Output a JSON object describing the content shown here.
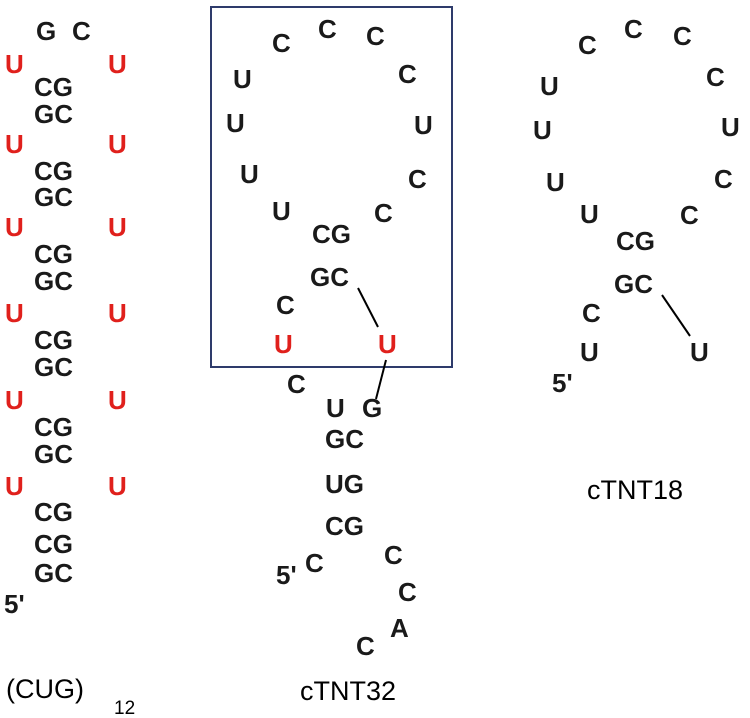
{
  "colors": {
    "ink": "#1a1a1a",
    "highlight": "#e0201c",
    "box": "#2e3b6b"
  },
  "structures": [
    {
      "id": "cug12",
      "caption": "(CUG)",
      "caption_subscript": "12",
      "five_prime": "5'",
      "loop": [
        "G",
        "C"
      ],
      "pairs": [
        "CG",
        "GC",
        "CG",
        "GC",
        "CG",
        "GC",
        "CG",
        "GC",
        "CG",
        "GC",
        "CG",
        "CG",
        "GC"
      ],
      "bulges": [
        "U",
        "U",
        "U",
        "U",
        "U",
        "U",
        "U",
        "U",
        "U",
        "U",
        "U",
        "U"
      ]
    },
    {
      "id": "ctnt32",
      "caption": "cTNT32",
      "five_prime": "5'",
      "loop": [
        "U",
        "U",
        "U",
        "U",
        "C",
        "C",
        "C",
        "C",
        "U",
        "C",
        "C"
      ],
      "stem_pairs": [
        "CG",
        "GC"
      ],
      "left_bulge": [
        "C",
        "U",
        "C"
      ],
      "right_bulge": [
        "U"
      ],
      "lower_pairs": [
        "U",
        "G",
        "GC",
        "UG",
        "CG"
      ],
      "five_prime_nt": "C",
      "tail": [
        "C",
        "C",
        "A",
        "C"
      ]
    },
    {
      "id": "ctnt18",
      "caption": "cTNT18",
      "five_prime": "5'",
      "loop": [
        "U",
        "U",
        "U",
        "U",
        "C",
        "C",
        "C",
        "C",
        "U",
        "C",
        "C"
      ],
      "stem_pairs": [
        "CG",
        "GC"
      ],
      "left_tail": [
        "C",
        "U"
      ],
      "right_nt": "U"
    }
  ]
}
